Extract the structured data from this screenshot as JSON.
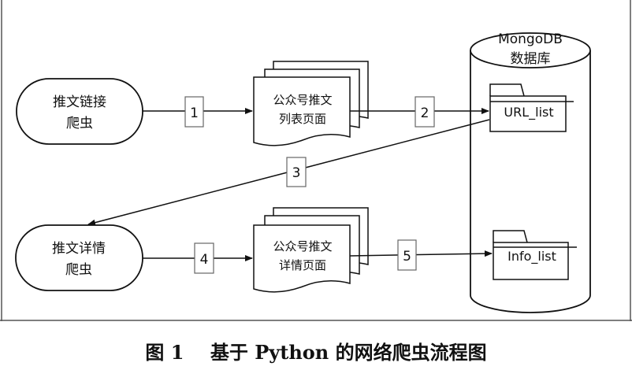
{
  "nodes": {
    "link_crawler": [
      "推文链接",
      "爬虫"
    ],
    "detail_crawler": [
      "推文详情",
      "爬虫"
    ],
    "list_page": [
      "公众号推文",
      "列表页面"
    ],
    "detail_page": [
      "公众号推文",
      "详情页面"
    ],
    "database": [
      "MongoDB",
      "数据库"
    ],
    "url_list": "URL_list",
    "info_list": "Info_list"
  },
  "steps": [
    "1",
    "2",
    "3",
    "4",
    "5"
  ],
  "caption": {
    "figure_label": "图 1",
    "title": "基于 Python 的网络爬虫流程图"
  }
}
